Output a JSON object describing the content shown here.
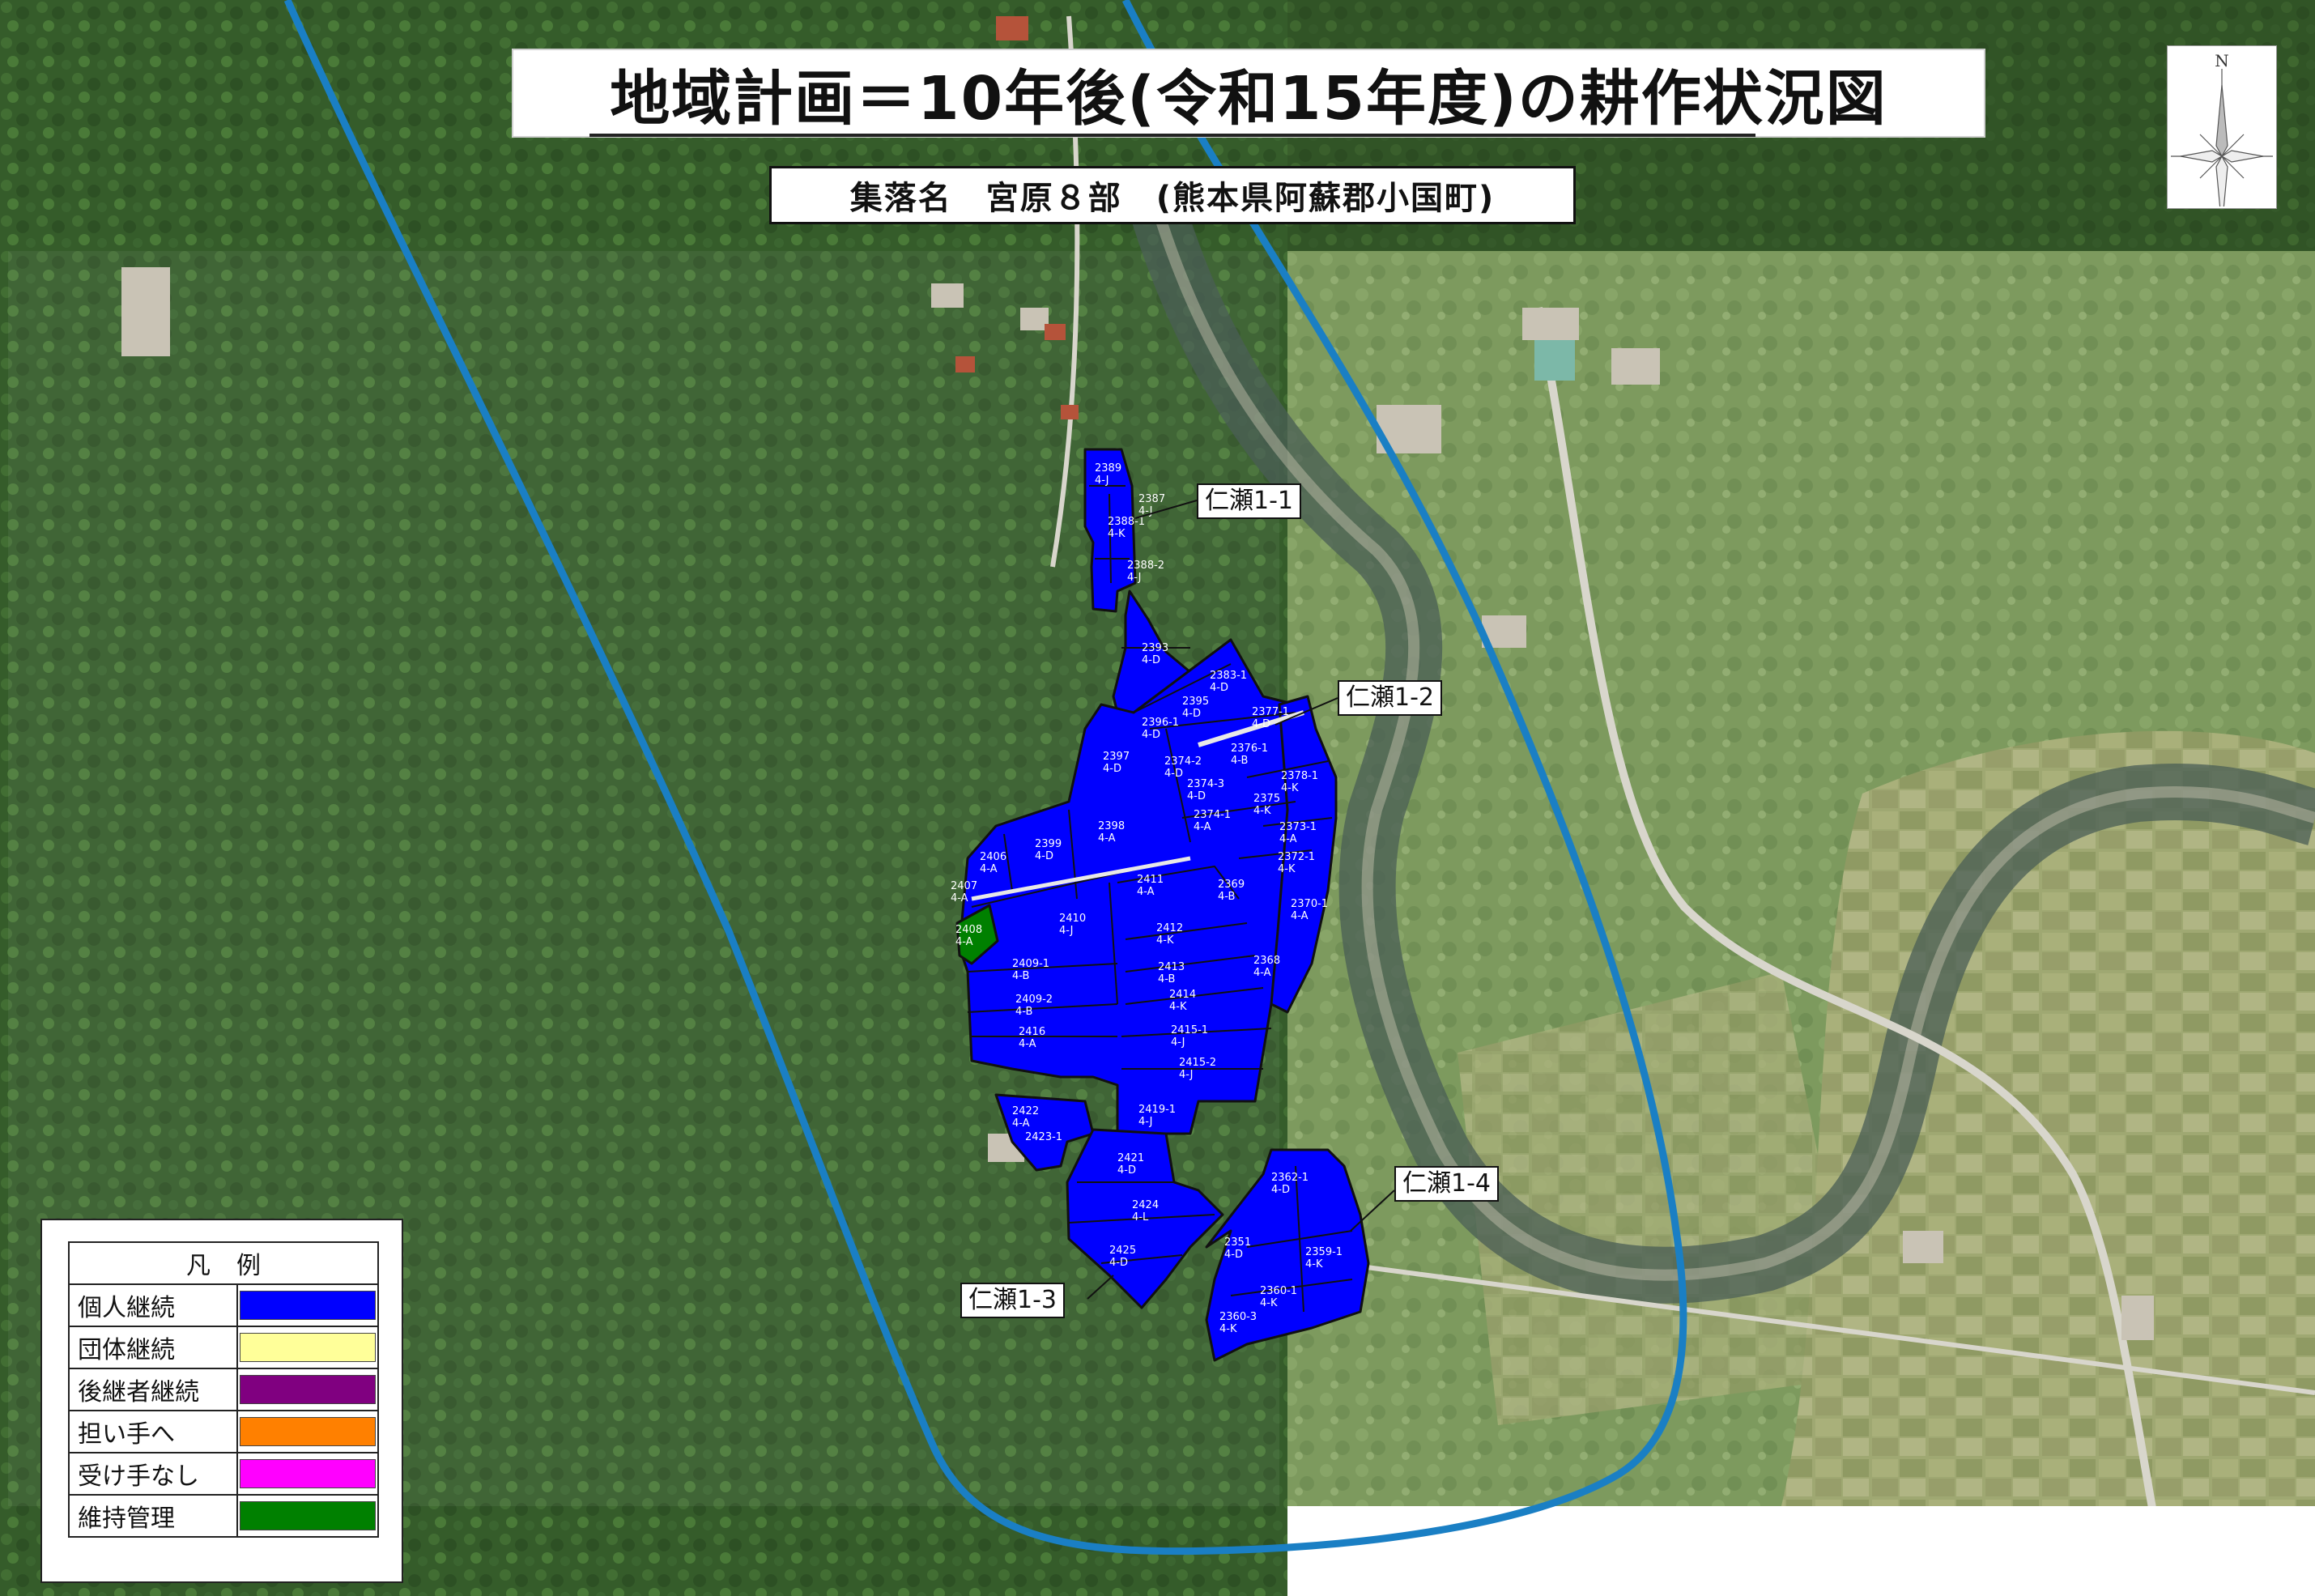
{
  "title": "地域計画＝10年後(令和15年度)の耕作状況図",
  "subtitle": "集落名　宮原８部　(熊本県阿蘇郡小国町)",
  "compass": {
    "north_label": "N"
  },
  "colors": {
    "individual": "#0000ff",
    "group": "#ffff99",
    "successor": "#800080",
    "to_bearer": "#ff8000",
    "no_taker": "#ff00ff",
    "maintenance": "#008000",
    "boundary_line": "#1a7fc4"
  },
  "callouts": [
    "仁瀬1-1",
    "仁瀬1-2",
    "仁瀬1-3",
    "仁瀬1-4"
  ],
  "legend": {
    "title": "凡例",
    "items": [
      {
        "label": "個人継続",
        "color": "#0000ff"
      },
      {
        "label": "団体継続",
        "color": "#ffff99"
      },
      {
        "label": "後継者継続",
        "color": "#800080"
      },
      {
        "label": "担い手へ",
        "color": "#ff8000"
      },
      {
        "label": "受け手なし",
        "color": "#ff00ff"
      },
      {
        "label": "維持管理",
        "color": "#008000"
      }
    ]
  },
  "parcels": [
    {
      "number": "2389",
      "code": "4-J"
    },
    {
      "number": "2387",
      "code": "4-J"
    },
    {
      "number": "2388-1",
      "code": "4-K"
    },
    {
      "number": "2388-2",
      "code": "4-J"
    },
    {
      "number": "2393",
      "code": "4-D"
    },
    {
      "number": "2383-1",
      "code": "4-D"
    },
    {
      "number": "2395",
      "code": "4-D"
    },
    {
      "number": "2377-1",
      "code": "4-D"
    },
    {
      "number": "2396-1",
      "code": "4-D"
    },
    {
      "number": "2376-1",
      "code": "4-B"
    },
    {
      "number": "2397",
      "code": "4-D"
    },
    {
      "number": "2374-2",
      "code": "4-D"
    },
    {
      "number": "2374-3",
      "code": "4-D"
    },
    {
      "number": "2378-1",
      "code": "4-K"
    },
    {
      "number": "2375",
      "code": "4-K"
    },
    {
      "number": "2374-1",
      "code": "4-A"
    },
    {
      "number": "2373-1",
      "code": "4-A"
    },
    {
      "number": "2372-1",
      "code": "4-K"
    },
    {
      "number": "2406",
      "code": "4-A"
    },
    {
      "number": "2399",
      "code": "4-D"
    },
    {
      "number": "2398",
      "code": "4-A"
    },
    {
      "number": "2407",
      "code": "4-A"
    },
    {
      "number": "2411",
      "code": "4-A"
    },
    {
      "number": "2369",
      "code": "4-B"
    },
    {
      "number": "2370-1",
      "code": "4-A"
    },
    {
      "number": "2408",
      "code": "4-A"
    },
    {
      "number": "2410",
      "code": "4-J"
    },
    {
      "number": "2412",
      "code": "4-K"
    },
    {
      "number": "2409-1",
      "code": "4-B"
    },
    {
      "number": "2413",
      "code": "4-B"
    },
    {
      "number": "2368",
      "code": "4-A"
    },
    {
      "number": "2414",
      "code": "4-K"
    },
    {
      "number": "2409-2",
      "code": "4-B"
    },
    {
      "number": "2415-1",
      "code": "4-J"
    },
    {
      "number": "2416",
      "code": "4-A"
    },
    {
      "number": "2415-2",
      "code": "4-J"
    },
    {
      "number": "2422",
      "code": "4-A"
    },
    {
      "number": "2419-1",
      "code": "4-J"
    },
    {
      "number": "2423-1",
      "code": ""
    },
    {
      "number": "2421",
      "code": "4-D"
    },
    {
      "number": "2362-1",
      "code": "4-D"
    },
    {
      "number": "2424",
      "code": "4-L"
    },
    {
      "number": "2351",
      "code": "4-D"
    },
    {
      "number": "2359-1",
      "code": "4-K"
    },
    {
      "number": "2425",
      "code": "4-D"
    },
    {
      "number": "2360-1",
      "code": "4-K"
    },
    {
      "number": "2360-3",
      "code": "4-K"
    }
  ]
}
